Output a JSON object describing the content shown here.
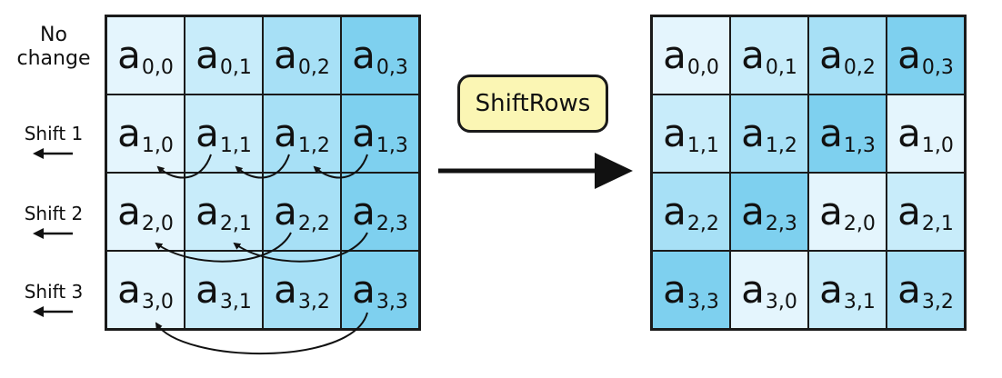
{
  "row_labels": [
    {
      "line1": "No",
      "line2": "change",
      "arrow": false
    },
    {
      "line1": "Shift 1",
      "line2": "",
      "arrow": true
    },
    {
      "line1": "Shift 2",
      "line2": "",
      "arrow": true
    },
    {
      "line1": "Shift 3",
      "line2": "",
      "arrow": true
    }
  ],
  "operation_label": "ShiftRows",
  "cell_symbol": "a",
  "colors": {
    "shade0": "#e4f5fd",
    "shade1": "#c8ecfa",
    "shade2": "#a7e0f6",
    "shade3": "#7ed0ef",
    "border": "#1a1a1a",
    "label_fill": "#fbf6b4"
  },
  "input_state": [
    [
      {
        "sub": "0,0",
        "shade": 0
      },
      {
        "sub": "0,1",
        "shade": 1
      },
      {
        "sub": "0,2",
        "shade": 2
      },
      {
        "sub": "0,3",
        "shade": 3
      }
    ],
    [
      {
        "sub": "1,0",
        "shade": 0
      },
      {
        "sub": "1,1",
        "shade": 1
      },
      {
        "sub": "1,2",
        "shade": 2
      },
      {
        "sub": "1,3",
        "shade": 3
      }
    ],
    [
      {
        "sub": "2,0",
        "shade": 0
      },
      {
        "sub": "2,1",
        "shade": 1
      },
      {
        "sub": "2,2",
        "shade": 2
      },
      {
        "sub": "2,3",
        "shade": 3
      }
    ],
    [
      {
        "sub": "3,0",
        "shade": 0
      },
      {
        "sub": "3,1",
        "shade": 1
      },
      {
        "sub": "3,2",
        "shade": 2
      },
      {
        "sub": "3,3",
        "shade": 3
      }
    ]
  ],
  "output_state": [
    [
      {
        "sub": "0,0",
        "shade": 0
      },
      {
        "sub": "0,1",
        "shade": 1
      },
      {
        "sub": "0,2",
        "shade": 2
      },
      {
        "sub": "0,3",
        "shade": 3
      }
    ],
    [
      {
        "sub": "1,1",
        "shade": 1
      },
      {
        "sub": "1,2",
        "shade": 2
      },
      {
        "sub": "1,3",
        "shade": 3
      },
      {
        "sub": "1,0",
        "shade": 0
      }
    ],
    [
      {
        "sub": "2,2",
        "shade": 2
      },
      {
        "sub": "2,3",
        "shade": 3
      },
      {
        "sub": "2,0",
        "shade": 0
      },
      {
        "sub": "2,1",
        "shade": 1
      }
    ],
    [
      {
        "sub": "3,3",
        "shade": 3
      },
      {
        "sub": "3,0",
        "shade": 0
      },
      {
        "sub": "3,1",
        "shade": 1
      },
      {
        "sub": "3,2",
        "shade": 2
      }
    ]
  ]
}
